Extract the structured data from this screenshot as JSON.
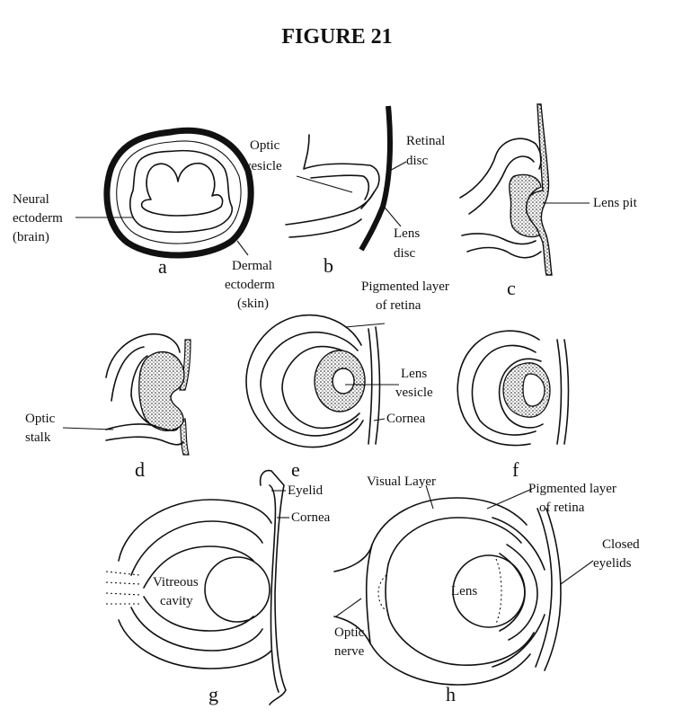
{
  "figure": {
    "title": "FIGURE 21",
    "panels": [
      "a",
      "b",
      "c",
      "d",
      "e",
      "f",
      "g",
      "h"
    ],
    "labels": {
      "neural_ectoderm": [
        "Neural",
        "ectoderm",
        "(brain)"
      ],
      "dermal_ectoderm": [
        "Dermal",
        "ectoderm",
        "(skin)"
      ],
      "optic_vesicle": [
        "Optic",
        "vesicle"
      ],
      "retinal_disc": [
        "Retinal",
        "disc"
      ],
      "lens_disc": [
        "Lens",
        "disc"
      ],
      "lens_pit": "Lens pit",
      "pigmented_layer_e": [
        "Pigmented layer",
        "of retina"
      ],
      "optic_stalk": [
        "Optic",
        "stalk"
      ],
      "lens_vesicle": [
        "Lens",
        "vesicle"
      ],
      "cornea_e": "Cornea",
      "eyelid": "Eyelid",
      "cornea_g": "Cornea",
      "vitreous_cavity": [
        "Vitreous",
        "cavity"
      ],
      "visual_layer": "Visual Layer",
      "pigmented_layer_h": [
        "Pigmented layer",
        "of retina"
      ],
      "closed_eyelids": [
        "Closed",
        "eyelids"
      ],
      "lens": "Lens",
      "optic_nerve": [
        "Optic",
        "nerve"
      ]
    }
  }
}
